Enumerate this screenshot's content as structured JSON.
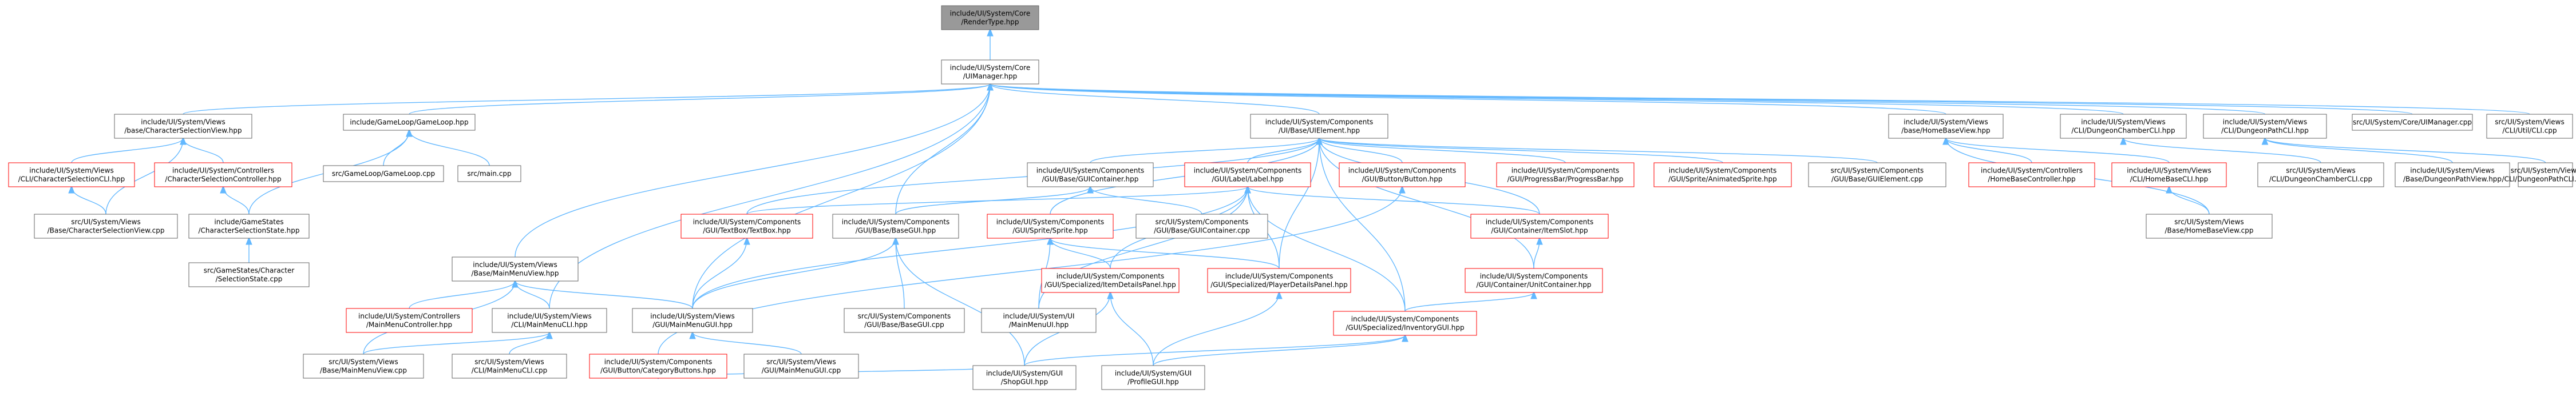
{
  "colors": {
    "edge": "#63b8ff",
    "node_fill": "#ffffff",
    "node_border_default": "#666666",
    "node_border_highlight": "#ff0000",
    "root_fill": "#999999",
    "root_border": "#666666"
  },
  "nodes": [
    {
      "id": "rendertype",
      "lines": [
        "include/UI/System/Core",
        "/RenderType.hpp"
      ],
      "style": "root"
    },
    {
      "id": "uimanager_hpp",
      "lines": [
        "include/UI/System/Core",
        "/UIManager.hpp"
      ],
      "style": "default"
    },
    {
      "id": "base_charsel_view",
      "lines": [
        "include/UI/System/Views",
        "/base/CharacterSelectionView.hpp"
      ],
      "style": "default"
    },
    {
      "id": "gameloop_hpp",
      "lines": [
        "include/GameLoop/GameLoop.hpp"
      ],
      "style": "default"
    },
    {
      "id": "uielement_hpp",
      "lines": [
        "include/UI/System/Components",
        "/UI/Base/UIElement.hpp"
      ],
      "style": "default"
    },
    {
      "id": "base_homebase_view",
      "lines": [
        "include/UI/System/Views",
        "/base/HomeBaseView.hpp"
      ],
      "style": "default"
    },
    {
      "id": "cli_dungeonchamber_hpp",
      "lines": [
        "include/UI/System/Views",
        "/CLI/DungeonChamberCLI.hpp"
      ],
      "style": "default"
    },
    {
      "id": "cli_dungeonpath_hpp",
      "lines": [
        "include/UI/System/Views",
        "/CLI/DungeonPathCLI.hpp"
      ],
      "style": "default"
    },
    {
      "id": "uimanager_cpp",
      "lines": [
        "src/UI/System/Core/UIManager.cpp"
      ],
      "style": "default"
    },
    {
      "id": "cli_util_cpp",
      "lines": [
        "src/UI/System/Views",
        "/CLI/Util/CLI.cpp"
      ],
      "style": "default"
    },
    {
      "id": "charsel_cli_hpp",
      "lines": [
        "include/UI/System/Views",
        "/CLI/CharacterSelectionCLI.hpp"
      ],
      "style": "highlight"
    },
    {
      "id": "charsel_controller_hpp",
      "lines": [
        "include/UI/System/Controllers",
        "/CharacterSelectionController.hpp"
      ],
      "style": "highlight"
    },
    {
      "id": "gameloop_cpp",
      "lines": [
        "src/GameLoop/GameLoop.cpp"
      ],
      "style": "default"
    },
    {
      "id": "main_cpp",
      "lines": [
        "src/main.cpp"
      ],
      "style": "default"
    },
    {
      "id": "uicontainer_hpp",
      "lines": [
        "include/UI/System/Components",
        "/GUI/Base/GUIContainer.hpp"
      ],
      "style": "default"
    },
    {
      "id": "uilabel_hpp",
      "lines": [
        "include/UI/System/Components",
        "/GUI/Label/Label.hpp"
      ],
      "style": "highlight"
    },
    {
      "id": "button_hpp",
      "lines": [
        "include/UI/System/Components",
        "/GUI/Button/Button.hpp"
      ],
      "style": "highlight"
    },
    {
      "id": "progressbar_hpp",
      "lines": [
        "include/UI/System/Components",
        "/GUI/ProgressBar/ProgressBar.hpp"
      ],
      "style": "highlight"
    },
    {
      "id": "animatedsprite_hpp",
      "lines": [
        "include/UI/System/Components",
        "/GUI/Sprite/AnimatedSprite.hpp"
      ],
      "style": "highlight"
    },
    {
      "id": "uielement_cpp",
      "lines": [
        "src/UI/System/Components",
        "/GUI/Base/GUIElement.cpp"
      ],
      "style": "default"
    },
    {
      "id": "homebase_controller_hpp",
      "lines": [
        "include/UI/System/Controllers",
        "/HomeBaseController.hpp"
      ],
      "style": "highlight"
    },
    {
      "id": "homebase_cli_hpp",
      "lines": [
        "include/UI/System/Views",
        "/CLI/HomeBaseCLI.hpp"
      ],
      "style": "highlight"
    },
    {
      "id": "dungeonchamber_cli_cpp",
      "lines": [
        "src/UI/System/Views",
        "/CLI/DungeonChamberCLI.cpp"
      ],
      "style": "default"
    },
    {
      "id": "dungeonpath_view",
      "lines": [
        "include/UI/System/Views",
        "/Base/DungeonPathView.hpp"
      ],
      "style": "default"
    },
    {
      "id": "dungeonpath_cli_cpp",
      "lines": [
        "src/UI/System/Views",
        "/CLI/DungeonPathCLI.cpp"
      ],
      "style": "default"
    },
    {
      "id": "charsel_view_cpp",
      "lines": [
        "src/UI/System/Views",
        "/Base/CharacterSelectionView.cpp"
      ],
      "style": "default"
    },
    {
      "id": "charsel_state_hpp",
      "lines": [
        "include/GameStates",
        "/CharacterSelectionState.hpp"
      ],
      "style": "default"
    },
    {
      "id": "textbox_hpp",
      "lines": [
        "include/UI/System/Components",
        "/GUI/TextBox/TextBox.hpp"
      ],
      "style": "highlight"
    },
    {
      "id": "basegui_hpp",
      "lines": [
        "include/UI/System/Components",
        "/GUI/Base/BaseGUI.hpp"
      ],
      "style": "default"
    },
    {
      "id": "uicontainer_cpp",
      "lines": [
        "src/UI/System/Components",
        "/GUI/Base/GUIContainer.cpp"
      ],
      "style": "default"
    },
    {
      "id": "spritesprite_hpp",
      "lines": [
        "include/UI/System/Components",
        "/GUI/Sprite/Sprite.hpp"
      ],
      "style": "highlight"
    },
    {
      "id": "itemslot_hpp",
      "lines": [
        "include/UI/System/Components",
        "/GUI/Container/ItemSlot.hpp"
      ],
      "style": "highlight"
    },
    {
      "id": "homebase_view_cpp",
      "lines": [
        "src/UI/System/Views",
        "/Base/HomeBaseView.cpp"
      ],
      "style": "default"
    },
    {
      "id": "charsel_state_cpp",
      "lines": [
        "src/GameStates/Character",
        "/SelectionState.cpp"
      ],
      "style": "default"
    },
    {
      "id": "mainmenu_view_hpp",
      "lines": [
        "include/UI/System/Views",
        "/Base/MainMenuView.hpp"
      ],
      "style": "default"
    },
    {
      "id": "mainmenu_controller_hpp",
      "lines": [
        "include/UI/System/Controllers",
        "/MainMenuController.hpp"
      ],
      "style": "highlight"
    },
    {
      "id": "mainmenu_cli_hpp",
      "lines": [
        "include/UI/System/Views",
        "/CLI/MainMenuCLI.hpp"
      ],
      "style": "default"
    },
    {
      "id": "mainmenu_gui_hpp",
      "lines": [
        "include/UI/System/Views",
        "/GUI/MainMenuGUI.hpp"
      ],
      "style": "default"
    },
    {
      "id": "basegui_cpp",
      "lines": [
        "src/UI/System/Components",
        "/GUI/Base/BaseGUI.cpp"
      ],
      "style": "default"
    },
    {
      "id": "mainmenu_ui_hpp",
      "lines": [
        "include/UI/System/UI",
        "/MainMenuUI.hpp"
      ],
      "style": "default"
    },
    {
      "id": "itemdetails_hpp",
      "lines": [
        "include/UI/System/Components",
        "/GUI/Specialized/ItemDetailsPanel.hpp"
      ],
      "style": "highlight"
    },
    {
      "id": "playerdetails_hpp",
      "lines": [
        "include/UI/System/Components",
        "/GUI/Specialized/PlayerDetailsPanel.hpp"
      ],
      "style": "highlight"
    },
    {
      "id": "unitcontainer_hpp",
      "lines": [
        "include/UI/System/Components",
        "/GUI/Container/UnitContainer.hpp"
      ],
      "style": "highlight"
    },
    {
      "id": "mainmenu_view_cpp",
      "lines": [
        "src/UI/System/Views",
        "/Base/MainMenuView.cpp"
      ],
      "style": "default"
    },
    {
      "id": "mainmenu_cli_cpp",
      "lines": [
        "src/UI/System/Views",
        "/CLI/MainMenuCLI.cpp"
      ],
      "style": "default"
    },
    {
      "id": "categorybuttons_hpp",
      "lines": [
        "include/UI/System/Components",
        "/GUI/Button/CategoryButtons.hpp"
      ],
      "style": "highlight"
    },
    {
      "id": "mainmenu_gui_cpp",
      "lines": [
        "src/UI/System/Views",
        "/GUI/MainMenuGUI.cpp"
      ],
      "style": "default"
    },
    {
      "id": "inventorygui_hpp",
      "lines": [
        "include/UI/System/Components",
        "/GUI/Specialized/InventoryGUI.hpp"
      ],
      "style": "highlight"
    },
    {
      "id": "shopgui_hpp",
      "lines": [
        "include/UI/System/GUI",
        "/ShopGUI.hpp"
      ],
      "style": "default"
    },
    {
      "id": "profilegui_hpp",
      "lines": [
        "include/UI/System/GUI",
        "/ProfileGUI.hpp"
      ],
      "style": "default"
    }
  ]
}
